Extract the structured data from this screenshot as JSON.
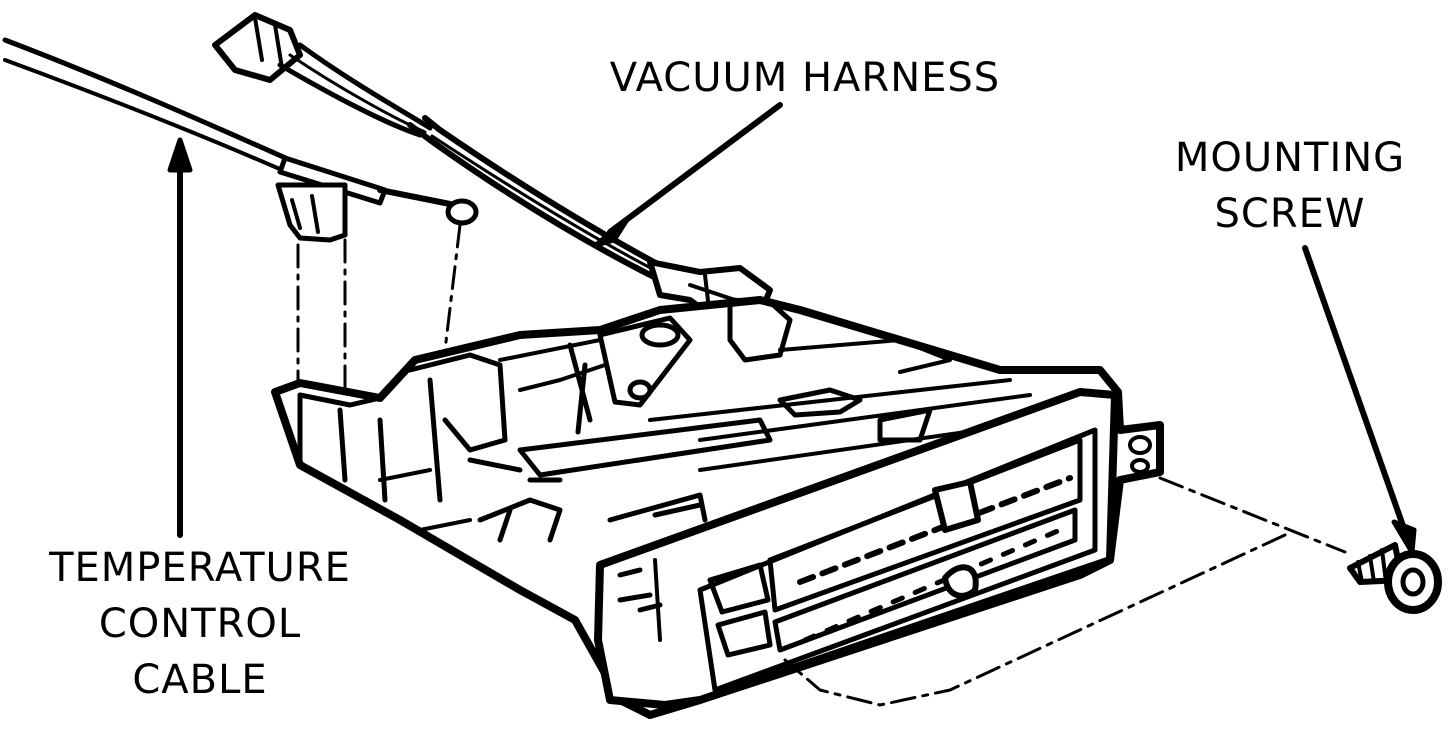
{
  "diagram": {
    "labels": {
      "vacuum_harness": "VACUUM HARNESS",
      "mounting_screw": [
        "MOUNTING",
        "SCREW"
      ],
      "temperature_control_cable": [
        "TEMPERATURE",
        "CONTROL",
        "CABLE"
      ]
    },
    "colors": {
      "ink": "#000000",
      "paper": "#ffffff"
    }
  }
}
